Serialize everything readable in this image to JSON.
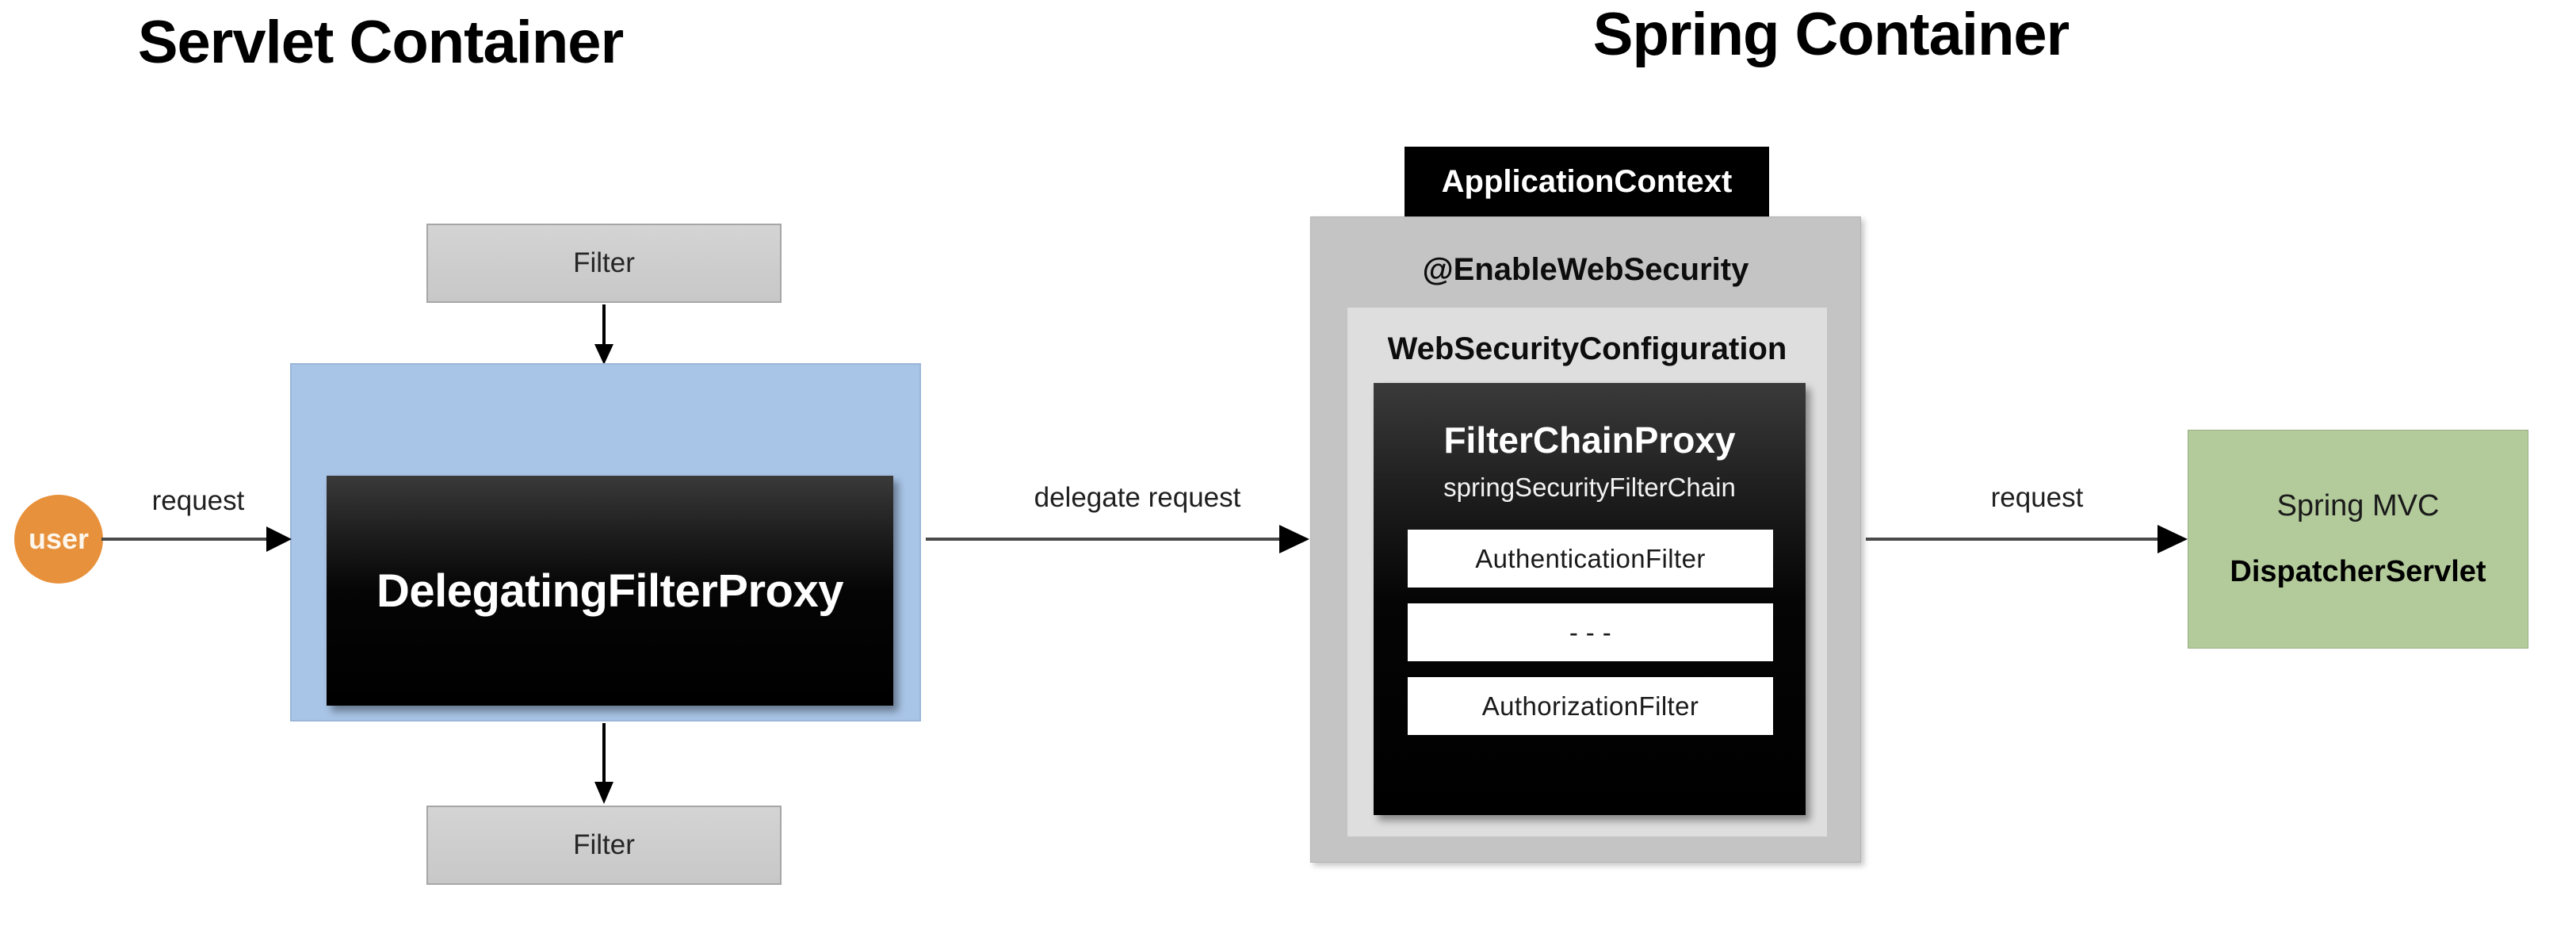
{
  "diagram": {
    "titles": {
      "servlet_container": "Servlet Container",
      "spring_container": "Spring Container"
    },
    "actor": {
      "label": "user"
    },
    "servlet_container": {
      "filter_top": "Filter",
      "filter_bottom": "Filter",
      "delegating_filter_proxy": "DelegatingFilterProxy"
    },
    "spring_container": {
      "application_context_badge": "ApplicationContext",
      "enable_web_security": "@EnableWebSecurity",
      "web_security_configuration": "WebSecurityConfiguration",
      "filter_chain_proxy": {
        "title": "FilterChainProxy",
        "subtitle": "springSecurityFilterChain",
        "filters": [
          "AuthenticationFilter",
          "- - -",
          "AuthorizationFilter"
        ]
      }
    },
    "mvc": {
      "line1": "Spring MVC",
      "line2": "DispatcherServlet"
    },
    "arrows": {
      "request_user": "request",
      "delegate_request": "delegate request",
      "request_mvc": "request"
    },
    "colors": {
      "blue_panel": "#a8c4e6",
      "orange_actor": "#e8913c",
      "green_box": "#b3cb9b",
      "gray_outer": "#c4c4c4",
      "gray_inner": "#dedede",
      "filter_box": "#cdcdcd",
      "dark_box": "#000000"
    }
  }
}
